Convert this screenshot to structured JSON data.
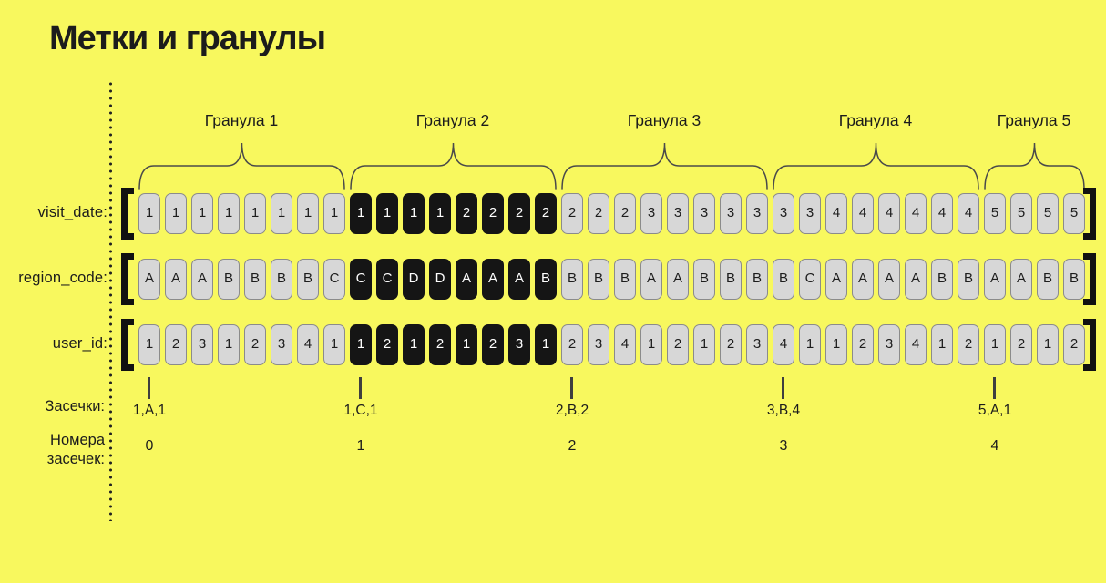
{
  "title": "Метки и гранулы",
  "granule_labels": [
    "Гранула 1",
    "Гранула 2",
    "Гранула 3",
    "Гранула 4",
    "Гранула 5"
  ],
  "granule_sizes": [
    8,
    8,
    8,
    8,
    4
  ],
  "highlighted_granule_index": 1,
  "rows": [
    {
      "label": "visit_date:",
      "values": [
        "1",
        "1",
        "1",
        "1",
        "1",
        "1",
        "1",
        "1",
        "1",
        "1",
        "1",
        "1",
        "2",
        "2",
        "2",
        "2",
        "2",
        "2",
        "2",
        "3",
        "3",
        "3",
        "3",
        "3",
        "3",
        "3",
        "4",
        "4",
        "4",
        "4",
        "4",
        "4",
        "5",
        "5",
        "5",
        "5"
      ]
    },
    {
      "label": "region_code:",
      "values": [
        "A",
        "A",
        "A",
        "B",
        "B",
        "B",
        "B",
        "C",
        "C",
        "C",
        "D",
        "D",
        "A",
        "A",
        "A",
        "B",
        "B",
        "B",
        "B",
        "A",
        "A",
        "B",
        "B",
        "B",
        "B",
        "C",
        "A",
        "A",
        "A",
        "A",
        "B",
        "B",
        "A",
        "A",
        "B",
        "B"
      ]
    },
    {
      "label": "user_id:",
      "values": [
        "1",
        "2",
        "3",
        "1",
        "2",
        "3",
        "4",
        "1",
        "1",
        "2",
        "1",
        "2",
        "1",
        "2",
        "3",
        "1",
        "2",
        "3",
        "4",
        "1",
        "2",
        "1",
        "2",
        "3",
        "4",
        "1",
        "1",
        "2",
        "3",
        "4",
        "1",
        "2",
        "1",
        "2",
        "1",
        "2"
      ]
    }
  ],
  "marks": {
    "label": "Засечки:",
    "values": [
      "1,A,1",
      "1,C,1",
      "2,B,2",
      "3,B,4",
      "5,A,1"
    ]
  },
  "mark_numbers": {
    "label": "Номера\nзасечек:",
    "values": [
      "0",
      "1",
      "2",
      "3",
      "4"
    ]
  },
  "colors": {
    "background": "#F8F85E",
    "ink": "#1C1C1C",
    "cell_fill": "#D7D7D7",
    "cell_border": "#8B8B8B",
    "highlight_fill": "#151515",
    "highlight_text": "#FFFFFF",
    "line": "#4A4A4A"
  }
}
